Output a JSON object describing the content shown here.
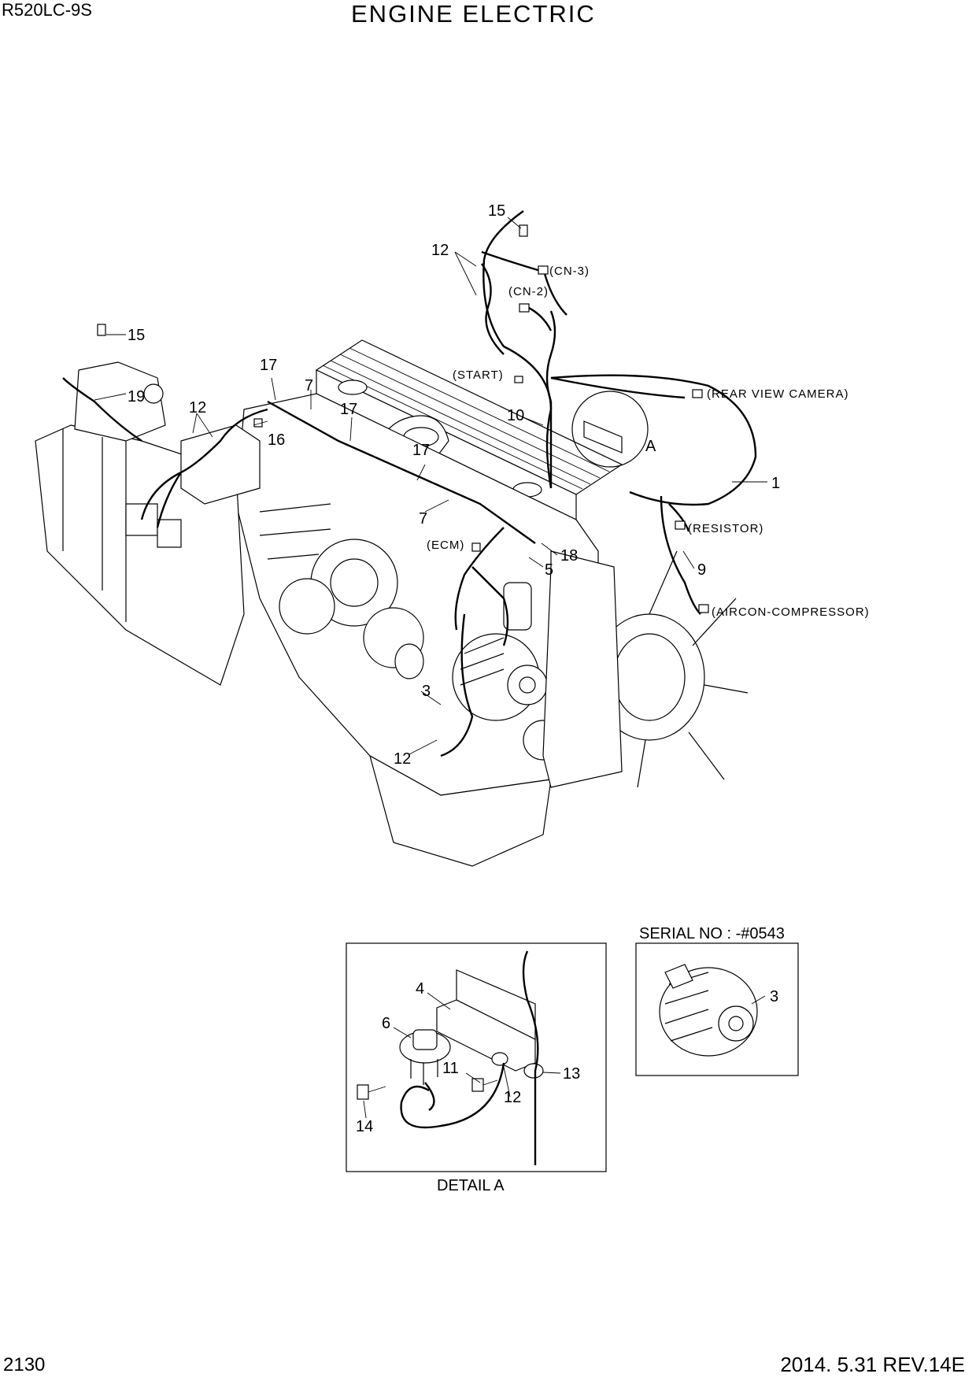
{
  "header": {
    "model": "R520LC-9S",
    "title": "ENGINE  ELECTRIC"
  },
  "footer": {
    "page_number": "2130",
    "revision": "2014. 5.31  REV.14E"
  },
  "connectors": {
    "cn3": "(CN-3)",
    "cn2": "(CN-2)",
    "start": "(START)",
    "rear_camera": "(REAR VIEW CAMERA)",
    "resistor": "(RESISTOR)",
    "ecm": "(ECM)",
    "aircon": "(AIRCON-COMPRESSOR)"
  },
  "callouts": {
    "c15a": "15",
    "c12a": "12",
    "c15b": "15",
    "c19": "19",
    "c12b": "12",
    "c17a": "17",
    "c7a": "7",
    "c17b": "17",
    "c16": "16",
    "c17c": "17",
    "c7b": "7",
    "c10": "10",
    "cA": "A",
    "c1": "1",
    "c9": "9",
    "c18": "18",
    "c5": "5",
    "c3a": "3",
    "c12c": "12",
    "d4": "4",
    "d6": "6",
    "d11": "11",
    "d12": "12",
    "d13": "13",
    "d14": "14",
    "s3": "3"
  },
  "detail_a": {
    "caption": "DETAIL A"
  },
  "serial_box": {
    "caption": "SERIAL NO : -#0543"
  }
}
